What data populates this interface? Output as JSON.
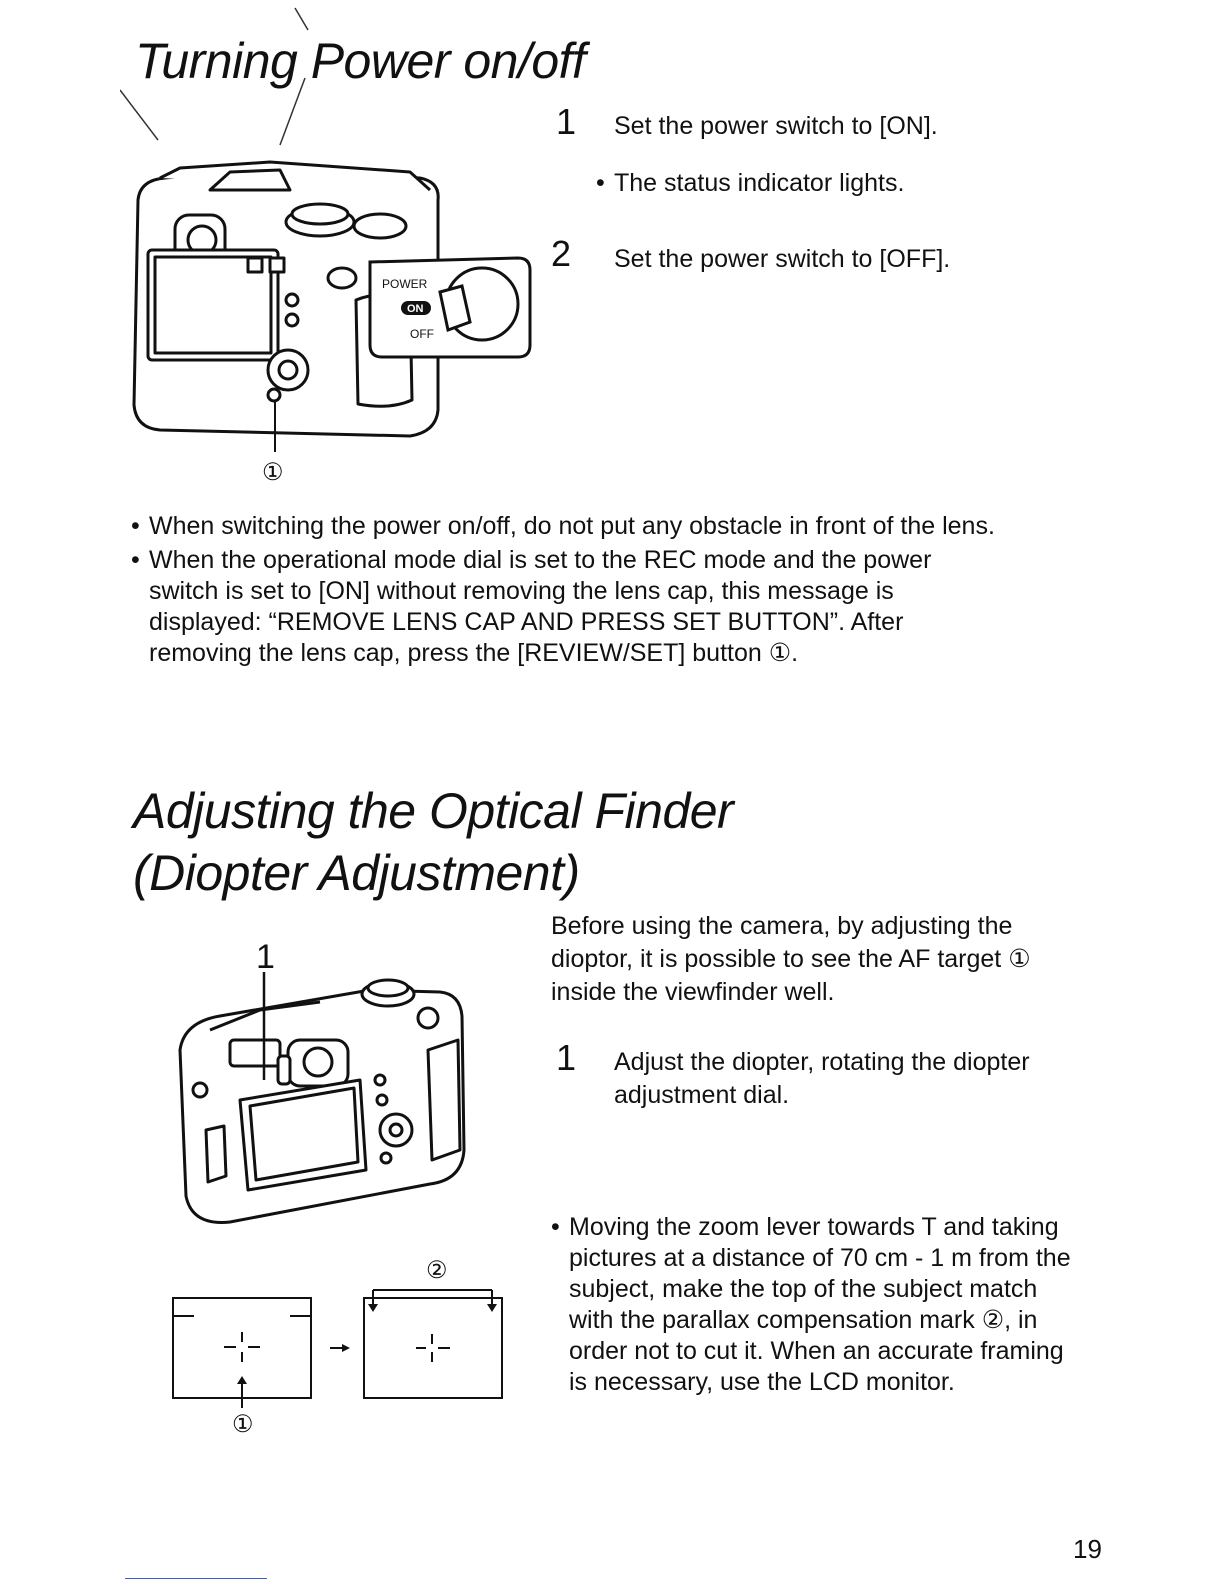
{
  "section1": {
    "title": "Turning Power on/off",
    "steps": [
      {
        "num": "1",
        "text": "Set the power switch to [ON]."
      },
      {
        "num": "2",
        "text": "Set the power switch to [OFF]."
      }
    ],
    "step1_note": "The status indicator lights.",
    "illustration": {
      "power_label": "POWER",
      "on_label": "ON",
      "off_label": "OFF",
      "callout": "①"
    },
    "notes": [
      "When switching the power on/off, do not put any obstacle in front of the lens.",
      "When the operational mode dial is set to the REC mode and the power switch is set to [ON] without removing the lens cap, this message is displayed: “REMOVE LENS CAP AND PRESS SET BUTTON”. After removing the lens cap, press the [REVIEW/SET] button ①."
    ]
  },
  "section2": {
    "title_line1": "Adjusting the Optical Finder",
    "title_line2": "(Diopter Adjustment)",
    "intro": "Before using the camera, by adjusting the dioptor, it is possible to see the AF target ① inside the viewfinder well.",
    "steps": [
      {
        "num": "1",
        "text": "Adjust the diopter, rotating the diopter adjustment dial."
      }
    ],
    "illustration": {
      "callout_1": "1",
      "callout_af": "①",
      "callout_parallax": "②"
    },
    "notes": [
      "Moving the zoom lever towards T and taking pictures at a distance of 70 cm - 1 m from the subject, make the top of the subject match with the parallax compensation mark ②, in order not to cut it. When an accurate framing is necessary, use the LCD monitor."
    ]
  },
  "page_number": "19"
}
